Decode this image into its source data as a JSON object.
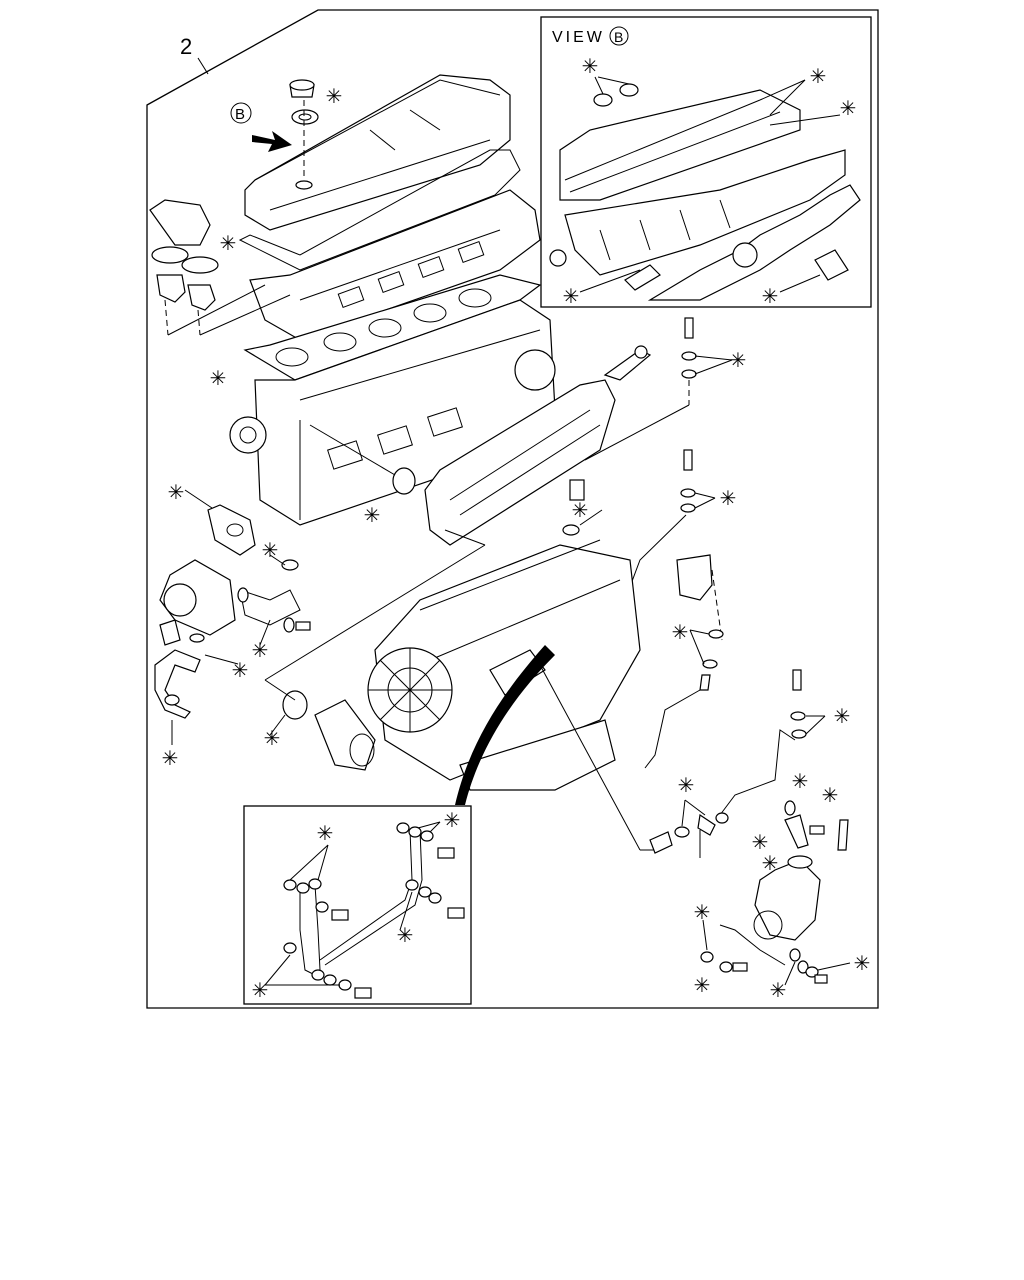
{
  "diagram": {
    "callout_number": "2",
    "view_title": "VIEW",
    "view_ref": "B",
    "arrow_ref": "B",
    "marker_symbol": "✳"
  }
}
